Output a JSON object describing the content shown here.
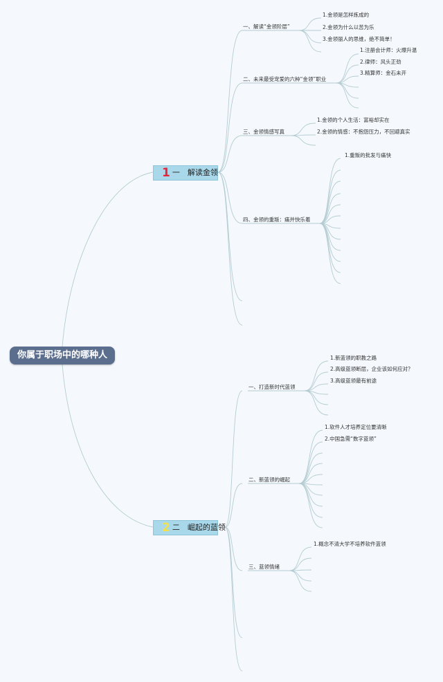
{
  "root": "你属于职场中的哪种人",
  "topics": [
    {
      "num": "1",
      "label": "一　解读金领"
    },
    {
      "num": "2",
      "label": "二　崛起的蓝领"
    }
  ],
  "subtopics": [
    "一、解读“金领阶层”",
    "二、未来最受宠爱的六种“金领”职业",
    "三、金领情感写真",
    "四、金领的重叛：痛并快乐着",
    "一、打造新时代蓝领",
    "二、新蓝领的崛起",
    "三、蓝领情绪"
  ],
  "leaves": [
    "1.金领是怎样炼成的",
    "2.金领为什么以苦为乐",
    "3.金领丽人的思维，绝不简单！",
    "1.注册会计师：火爆升温",
    "2.律师：风头正劲",
    "3.精算师：金石未开",
    "1.金领的个人生活：富裕却实在",
    "2.金领的情感：不抱怨压力，不回避真实",
    "1.重叛的批发与痛快",
    "1.新蓝领的职教之路",
    "2.高级蓝领断层，企业该如何应对？",
    "3.高级蓝领最有前途",
    "1.软件人才培养定位要清晰",
    "2.中国急需“数字蓝领”",
    "1.概念不清大学不培养软件蓝领"
  ],
  "colors": {
    "root_bg": "#5c6e8e",
    "topic_bg": "#a8d8ea",
    "line": "#b4ccd2",
    "num1": "#e0283c",
    "num2": "#f2e14a"
  }
}
